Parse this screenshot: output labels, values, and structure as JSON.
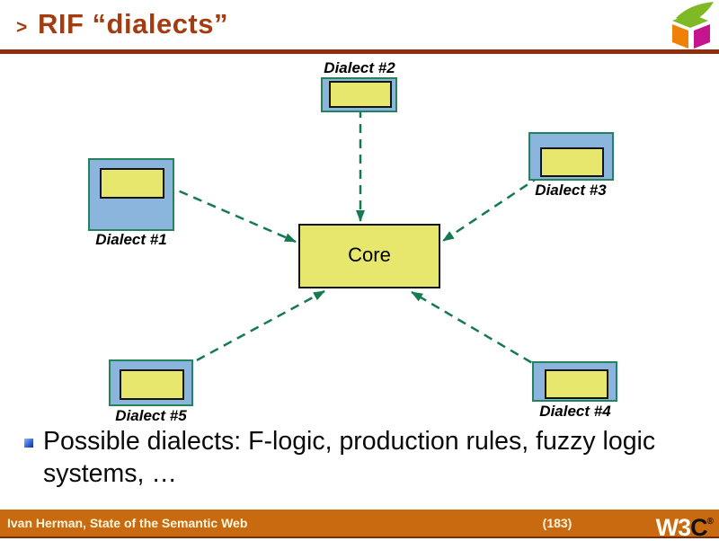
{
  "header": {
    "chevron": ">",
    "title": "RIF “dialects”"
  },
  "diagram": {
    "core": {
      "label": "Core"
    },
    "dialects": [
      {
        "label": "Dialect #1"
      },
      {
        "label": "Dialect #2"
      },
      {
        "label": "Dialect #3"
      },
      {
        "label": "Dialect #4"
      },
      {
        "label": "Dialect #5"
      }
    ]
  },
  "bullets": [
    {
      "text": "Possible dialects: F-logic, production rules, fuzzy logic systems, …"
    }
  ],
  "footer": {
    "credit": "Ivan Herman, State of the Semantic Web",
    "page_number": "(183)",
    "w3c_logo": {
      "w3": "W3",
      "c": "C",
      "reg": "®"
    }
  },
  "colors": {
    "title": "#A33D11",
    "rule": "#8E2F0F",
    "box_blue": "#8BB5DC",
    "box_border_green": "#23835A",
    "box_yellow": "#E6E76C",
    "arrow_green": "#157A4F",
    "footer_orange": "#C96A10",
    "footer_text": "#FFF6DE",
    "bullet_blue": "#2255CC",
    "logo_green": "#7FBA26",
    "logo_orange": "#EF8109",
    "logo_magenta": "#C4158E"
  }
}
